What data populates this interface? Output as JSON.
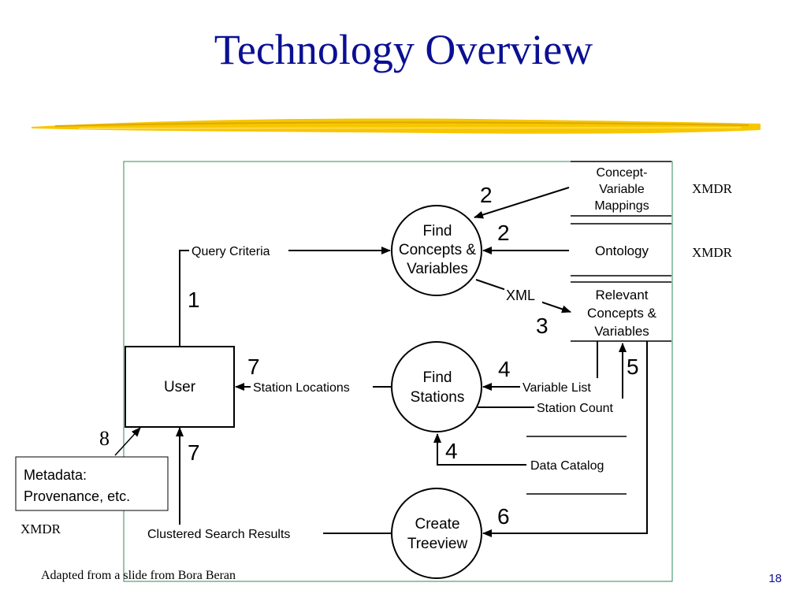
{
  "title": "Technology Overview",
  "processes": {
    "find_concepts": [
      "Find",
      "Concepts &",
      "Variables"
    ],
    "find_stations": [
      "Find",
      "Stations"
    ],
    "create_treeview": [
      "Create",
      "Treeview"
    ]
  },
  "entities": {
    "user": "User",
    "metadata": [
      "Metadata:",
      "Provenance, etc."
    ]
  },
  "stores": {
    "concept_variable_mappings": [
      "Concept-",
      "Variable",
      "Mappings"
    ],
    "ontology": "Ontology",
    "relevant": [
      "Relevant",
      "Concepts &",
      "Variables"
    ]
  },
  "flows": {
    "query_criteria": "Query Criteria",
    "xml": "XML",
    "station_locations": "Station Locations",
    "variable_list": "Variable List",
    "station_count": "Station Count",
    "data_catalog": "Data Catalog",
    "clustered_search_results": "Clustered Search Results"
  },
  "step_numbers": {
    "s1": "1",
    "s2a": "2",
    "s2b": "2",
    "s3": "3",
    "s4a": "4",
    "s4b": "4",
    "s5": "5",
    "s6": "6",
    "s7a": "7",
    "s7b": "7",
    "s8": "8"
  },
  "xmdr_labels": [
    "XMDR",
    "XMDR",
    "XMDR"
  ],
  "footer": "Adapted from a slide from Bora Beran",
  "page_number": "18",
  "colors": {
    "title": "#0a0f93",
    "frame": "#2e8b57",
    "rule": "#f2c200"
  }
}
